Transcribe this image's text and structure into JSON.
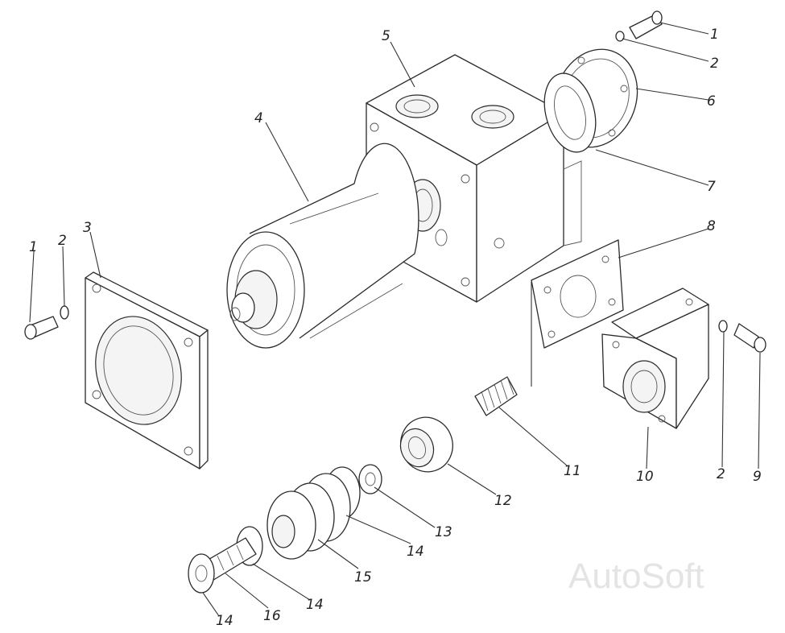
{
  "labels": {
    "c1_top": "1",
    "c2_top": "2",
    "c3": "3",
    "c4": "4",
    "c5": "5",
    "c6": "6",
    "c7": "7",
    "c8": "8",
    "c1_left": "1",
    "c2_left": "2",
    "c2_right": "2",
    "c9": "9",
    "c10": "10",
    "c11": "11",
    "c12": "12",
    "c13": "13",
    "c14_a": "14",
    "c15": "15",
    "c14_b": "14",
    "c16": "16",
    "c14_c": "14"
  },
  "watermark": "AutoSoft"
}
